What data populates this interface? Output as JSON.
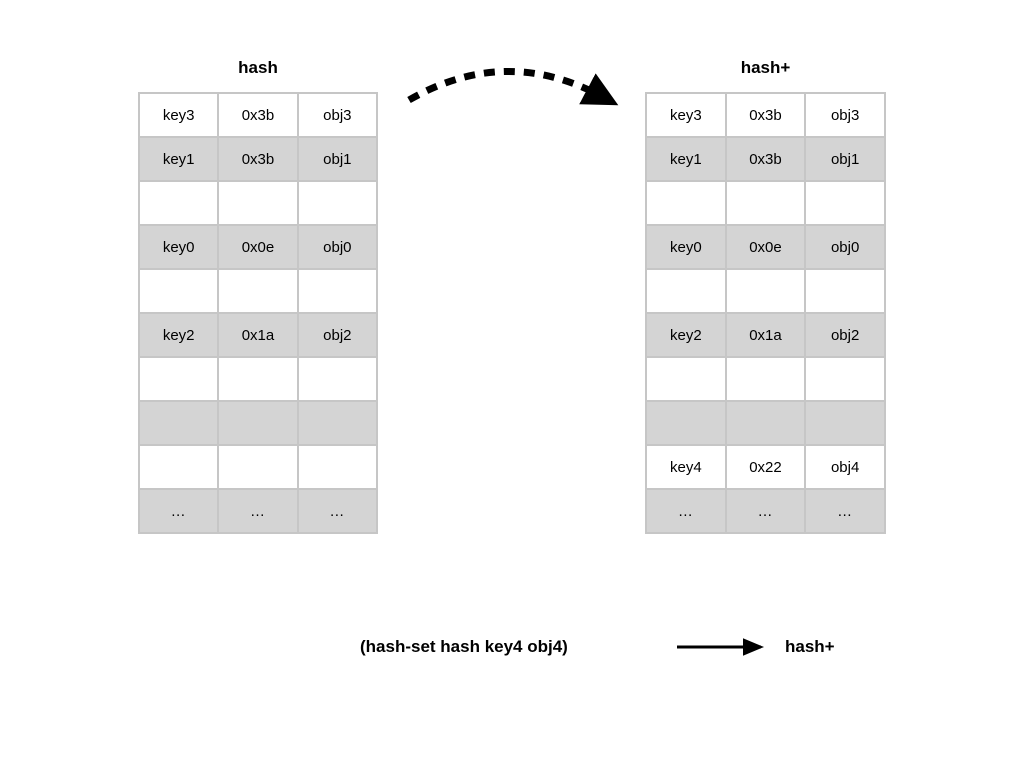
{
  "diagram": {
    "colors": {
      "shaded_row": "#d4d4d4",
      "cell_border": "#c6c6c6",
      "text": "#000000",
      "background": "#ffffff"
    },
    "tables": [
      {
        "id": "hash",
        "title": "hash",
        "rows": [
          {
            "shaded": false,
            "cells": [
              "key3",
              "0x3b",
              "obj3"
            ]
          },
          {
            "shaded": true,
            "cells": [
              "key1",
              "0x3b",
              "obj1"
            ]
          },
          {
            "shaded": false,
            "cells": [
              "",
              "",
              ""
            ]
          },
          {
            "shaded": true,
            "cells": [
              "key0",
              "0x0e",
              "obj0"
            ]
          },
          {
            "shaded": false,
            "cells": [
              "",
              "",
              ""
            ]
          },
          {
            "shaded": true,
            "cells": [
              "key2",
              "0x1a",
              "obj2"
            ]
          },
          {
            "shaded": false,
            "cells": [
              "",
              "",
              ""
            ]
          },
          {
            "shaded": true,
            "cells": [
              "",
              "",
              ""
            ]
          },
          {
            "shaded": false,
            "cells": [
              "",
              "",
              ""
            ]
          },
          {
            "shaded": true,
            "cells": [
              "…",
              "…",
              "…"
            ]
          }
        ]
      },
      {
        "id": "hash-plus",
        "title": "hash+",
        "rows": [
          {
            "shaded": false,
            "cells": [
              "key3",
              "0x3b",
              "obj3"
            ]
          },
          {
            "shaded": true,
            "cells": [
              "key1",
              "0x3b",
              "obj1"
            ]
          },
          {
            "shaded": false,
            "cells": [
              "",
              "",
              ""
            ]
          },
          {
            "shaded": true,
            "cells": [
              "key0",
              "0x0e",
              "obj0"
            ]
          },
          {
            "shaded": false,
            "cells": [
              "",
              "",
              ""
            ]
          },
          {
            "shaded": true,
            "cells": [
              "key2",
              "0x1a",
              "obj2"
            ]
          },
          {
            "shaded": false,
            "cells": [
              "",
              "",
              ""
            ]
          },
          {
            "shaded": true,
            "cells": [
              "",
              "",
              ""
            ]
          },
          {
            "shaded": false,
            "cells": [
              "key4",
              "0x22",
              "obj4"
            ]
          },
          {
            "shaded": true,
            "cells": [
              "…",
              "…",
              "…"
            ]
          }
        ]
      }
    ],
    "curved_arrow": {
      "icon": "dashed-curved-arrow-icon",
      "direction": "left-to-right"
    },
    "caption": {
      "expression": "(hash-set hash key4 obj4)",
      "arrow": "right-arrow-icon",
      "result": "hash+"
    }
  }
}
